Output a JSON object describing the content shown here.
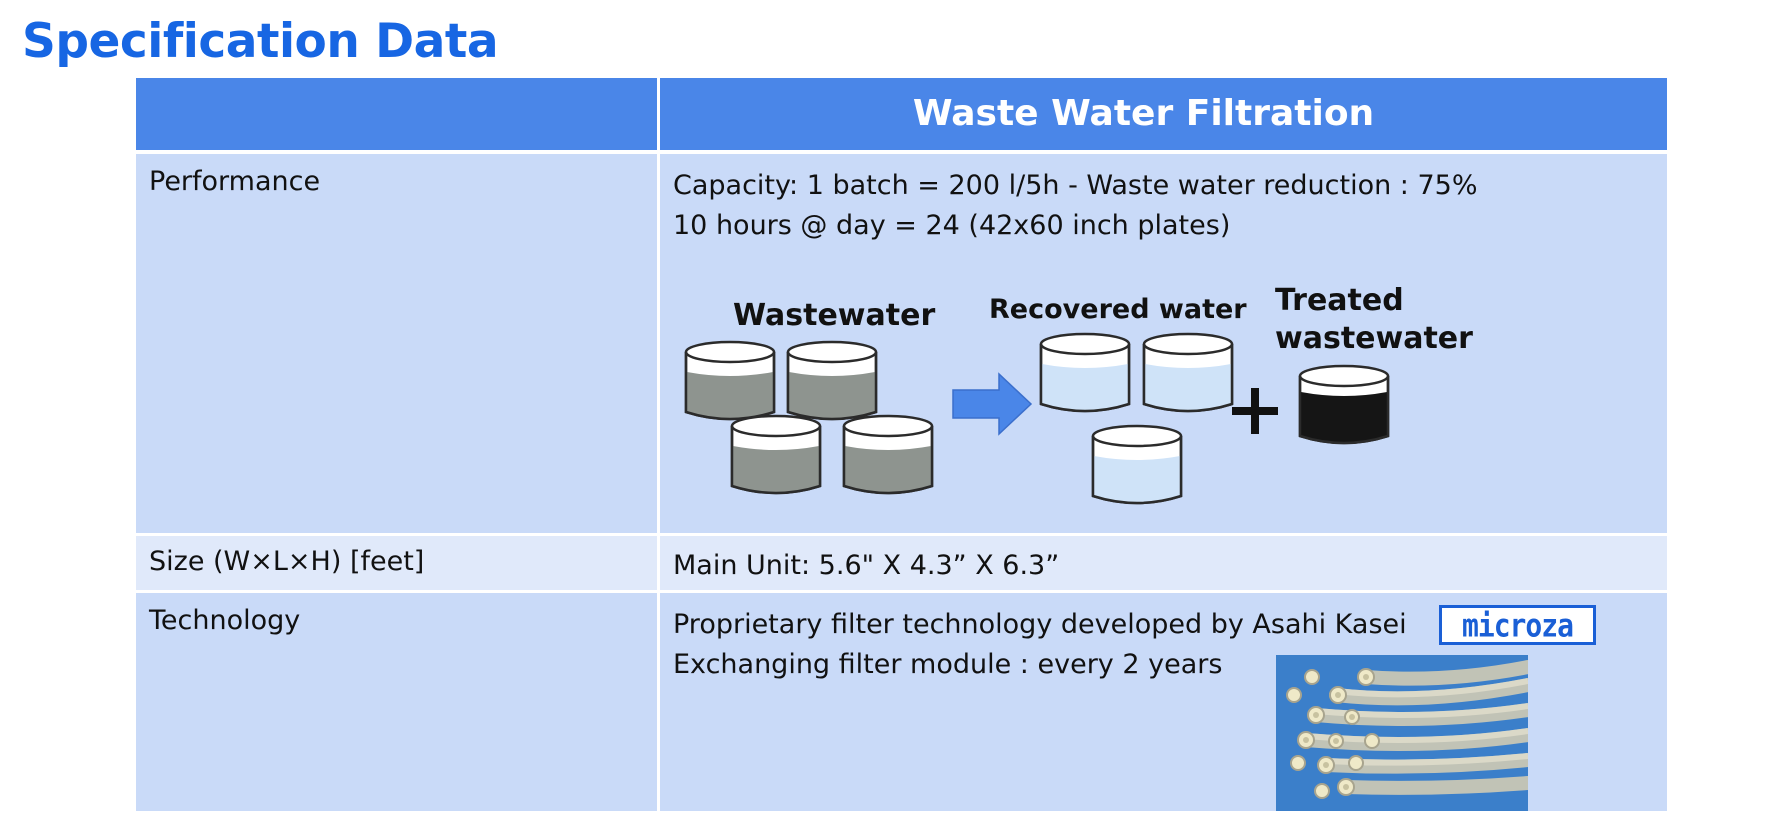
{
  "page": {
    "title": "Specification Data"
  },
  "table": {
    "header": {
      "label": "",
      "value": "Waste Water Filtration"
    },
    "rows": [
      {
        "label": "Performance",
        "lines": [
          "Capacity: 1 batch = 200 l/5h - Waste water reduction : 75%",
          "10 hours @ day = 24 (42x60 inch plates)"
        ]
      },
      {
        "label": "Size (W×L×H) [feet]",
        "lines": [
          "Main Unit: 5.6\"  X 4.3”  X 6.3”"
        ]
      },
      {
        "label": "Technology",
        "lines": [
          "Proprietary filter technology developed by Asahi Kasei",
          "Exchanging filter module : every 2 years"
        ]
      }
    ]
  },
  "diagram": {
    "wastewater_label": "Wastewater",
    "recovered_label": "Recovered water",
    "treated_label_line1": "Treated",
    "treated_label_line2": "wastewater",
    "plus_sign": "+"
  },
  "logo": {
    "text": "microza"
  },
  "icons": [
    "beaker-icon",
    "arrow-right-icon",
    "plus-icon",
    "fiber-bundle-image"
  ],
  "colors": {
    "title": "#1766e3",
    "header_bg": "#4a86e8",
    "row_bg": "#c9daf8",
    "row_alt_bg": "#e0e9fa",
    "waste_fill": "#8e948f",
    "recovered_fill": "#cfe3f8",
    "treated_fill": "#151515",
    "arrow": "#4a86e8",
    "logo": "#1a5fd6"
  }
}
